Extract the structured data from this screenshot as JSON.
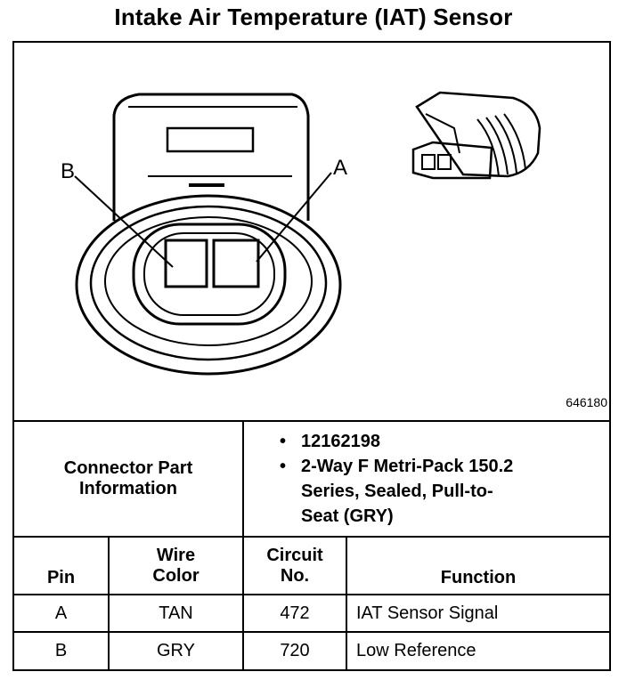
{
  "title": "Intake Air Temperature (IAT) Sensor",
  "diagram": {
    "label_b": "B",
    "label_a": "A",
    "figure_id": "646180"
  },
  "connector": {
    "label": "Connector Part Information",
    "part_number": "12162198",
    "description": "2-Way F Metri-Pack 150.2 Series, Sealed, Pull-to-Seat (GRY)"
  },
  "table": {
    "headers": {
      "pin": "Pin",
      "wire_color": "Wire Color",
      "circuit_no": "Circuit No.",
      "function": "Function"
    },
    "rows": [
      {
        "pin": "A",
        "wire_color": "TAN",
        "circuit": "472",
        "function": "IAT Sensor Signal"
      },
      {
        "pin": "B",
        "wire_color": "GRY",
        "circuit": "720",
        "function": "Low Reference"
      }
    ]
  }
}
